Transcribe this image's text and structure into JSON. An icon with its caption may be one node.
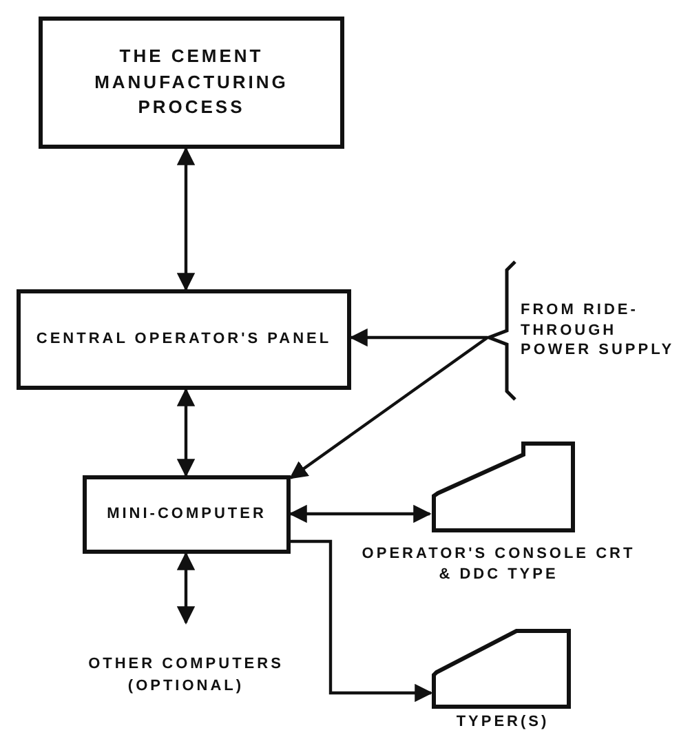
{
  "diagram": {
    "nodes": [
      {
        "text": [
          "THE CEMENT MANUFACTURING PROCESS"
        ]
      },
      {
        "text": [
          "CENTRAL OPERATOR'S PANEL"
        ]
      },
      {
        "text": [
          "MINI-COMPUTER"
        ]
      },
      {
        "text": [
          "FROM RIDE-THROUGH POWER SUPPLY"
        ]
      },
      {
        "text": [],
        "shape": "picture",
        "beside": [
          "OPERATOR'S CONSOLE CRT & DDC TYPE"
        ]
      },
      {
        "text": [
          "OTHER COMPUTERS (OPTIONAL)"
        ]
      },
      {
        "text": [],
        "shape": "picture",
        "beside": [
          "TYPER(S)"
        ]
      }
    ],
    "edges": [
      {
        "from": 0,
        "to": 1,
        "arrow": "both"
      },
      {
        "from": 1,
        "to": 2,
        "arrow": "both"
      },
      {
        "from": 3,
        "to": 1,
        "arrow": "to"
      },
      {
        "from": 3,
        "to": 2,
        "arrow": "to"
      },
      {
        "from": 2,
        "to": 4,
        "arrow": "both"
      },
      {
        "from": 2,
        "to": 5,
        "arrow": "both"
      },
      {
        "from": 2,
        "to": 6,
        "arrow": "to"
      }
    ]
  }
}
